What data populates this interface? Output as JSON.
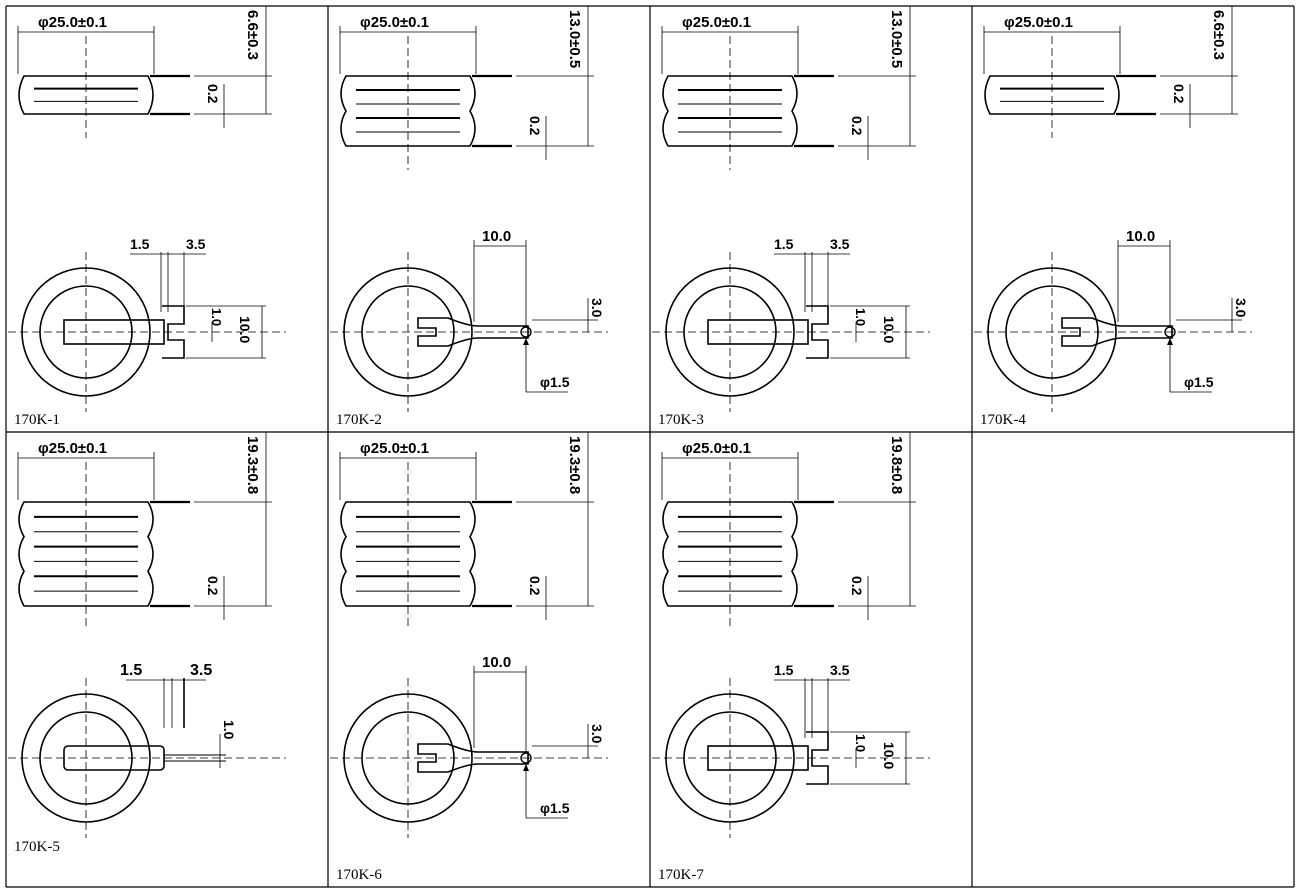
{
  "cells": [
    {
      "id": "170k-1",
      "label": "170K-1",
      "variant": "a",
      "side": {
        "dia": "φ25.0±0.1",
        "height": "6.6±0.3",
        "tab": "0.2",
        "lines": 2
      },
      "top": {
        "d1": "1.5",
        "d2": "3.5",
        "d3": "1.0",
        "d4": "10.0"
      }
    },
    {
      "id": "170k-2",
      "label": "170K-2",
      "variant": "b",
      "side": {
        "dia": "φ25.0±0.1",
        "height": "13.0±0.5",
        "tab": "0.2",
        "lines": 4
      },
      "top": {
        "d1": "10.0",
        "d2": "3.0",
        "d3": "φ1.5"
      }
    },
    {
      "id": "170k-3",
      "label": "170K-3",
      "variant": "a",
      "side": {
        "dia": "φ25.0±0.1",
        "height": "13.0±0.5",
        "tab": "0.2",
        "lines": 4
      },
      "top": {
        "d1": "1.5",
        "d2": "3.5",
        "d3": "1.0",
        "d4": "10.0"
      }
    },
    {
      "id": "170k-4",
      "label": "170K-4",
      "variant": "b",
      "side": {
        "dia": "φ25.0±0.1",
        "height": "6.6±0.3",
        "tab": "0.2",
        "lines": 2
      },
      "top": {
        "d1": "10.0",
        "d2": "3.0",
        "d3": "φ1.5"
      }
    },
    {
      "id": "170k-5",
      "label": "170K-5",
      "variant": "c",
      "side": {
        "dia": "φ25.0±0.1",
        "height": "19.3±0.8",
        "tab": "0.2",
        "lines": 6
      },
      "top": {
        "d1": "1.5",
        "d2": "3.5",
        "d3": "1.0"
      }
    },
    {
      "id": "170k-6",
      "label": "170K-6",
      "variant": "b",
      "side": {
        "dia": "φ25.0±0.1",
        "height": "19.3±0.8",
        "tab": "0.2",
        "lines": 6
      },
      "top": {
        "d1": "10.0",
        "d2": "3.0",
        "d3": "φ1.5"
      }
    },
    {
      "id": "170k-7",
      "label": "170K-7",
      "variant": "a",
      "side": {
        "dia": "φ25.0±0.1",
        "height": "19.8±0.8",
        "tab": "0.2",
        "lines": 6
      },
      "top": {
        "d1": "1.5",
        "d2": "3.5",
        "d3": "1.0",
        "d4": "10.0"
      }
    },
    {
      "id": "empty",
      "label": "",
      "variant": "none"
    }
  ]
}
